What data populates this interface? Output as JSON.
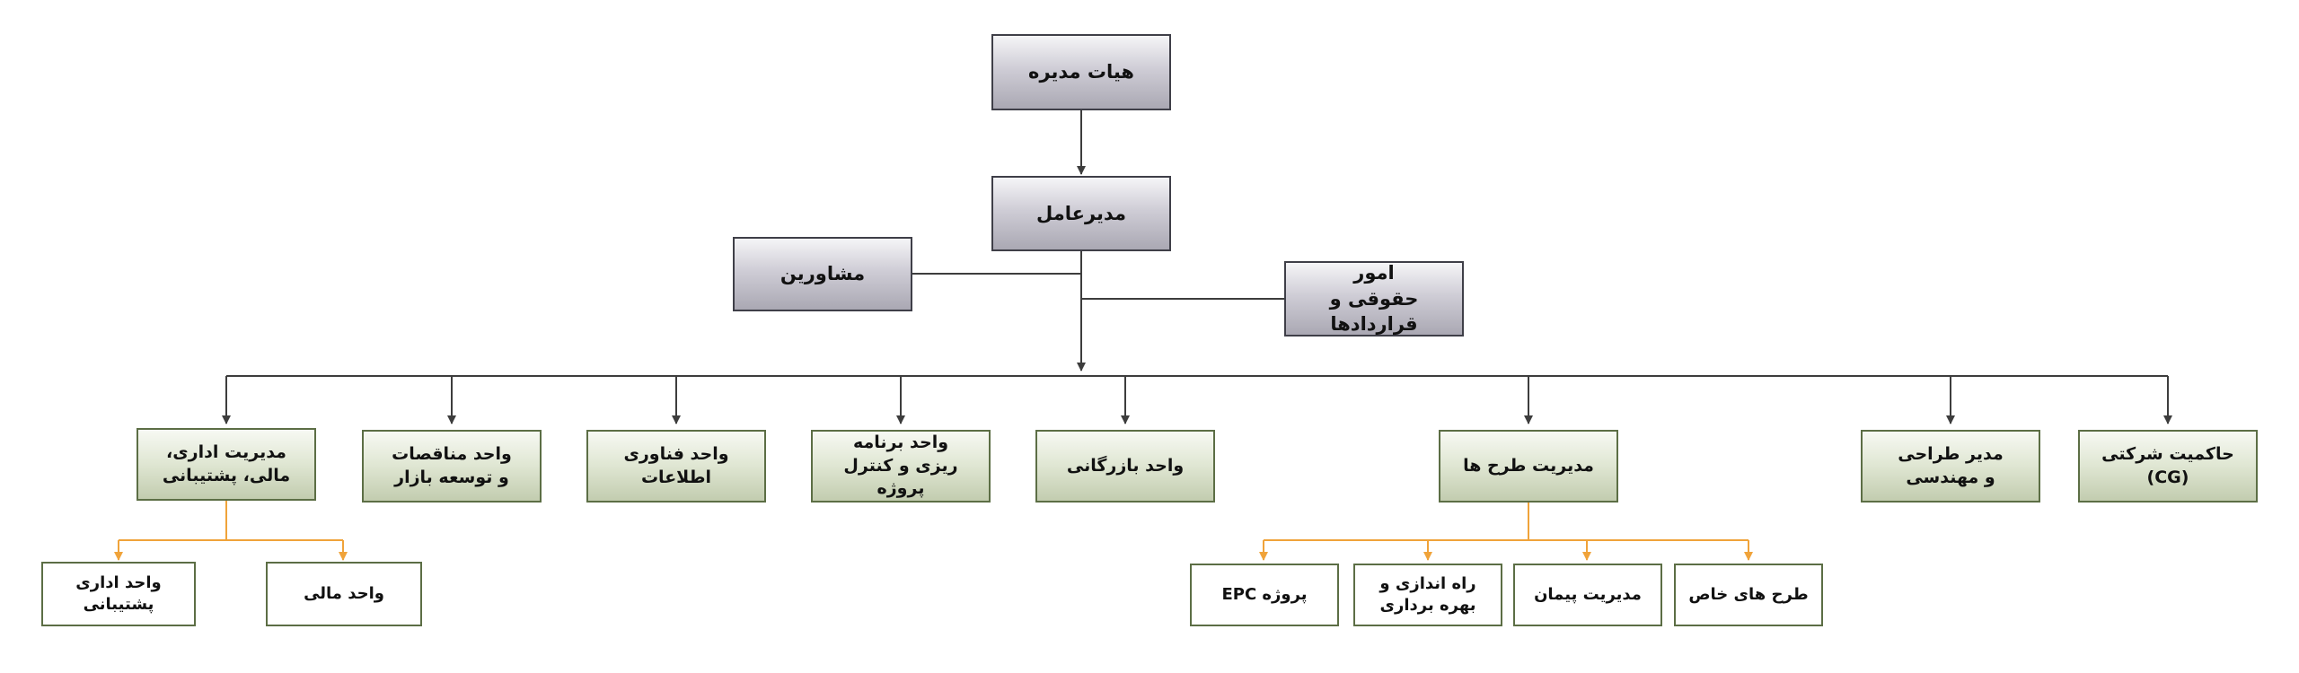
{
  "nodes": {
    "board": "هیات مدیره",
    "ceo": "مدیرعامل",
    "advisors": "مشاورین",
    "legal": "امور حقوقی و قراردادها",
    "governance": "حاکمیت شرکتی (CG)",
    "design": "مدیر طراحی و مهندسی",
    "projects": "مدیریت طرح ها",
    "commerce": "واحد بازرگانی",
    "planning": "واحد برنامه ریزی و کنترل پروژه",
    "it": "واحد فناوری اطلاعات",
    "tenders": "واحد مناقصات و توسعه بازار",
    "admin_mgmt": "مدیریت اداری، مالی، پشتیبانی",
    "special": "طرح های خاص",
    "contract": "مدیریت پیمان",
    "commissioning": "راه اندازی و بهره برداری",
    "epc": "پروژه EPC",
    "finance": "واحد مالی",
    "admin_unit": "واحد اداری پشتیبانی"
  },
  "colors": {
    "connector": "#3d3d3d",
    "sub_connector": "#f0a33a",
    "gray_box_border": "#3f3f48",
    "green_box_border": "#5c6e45"
  }
}
